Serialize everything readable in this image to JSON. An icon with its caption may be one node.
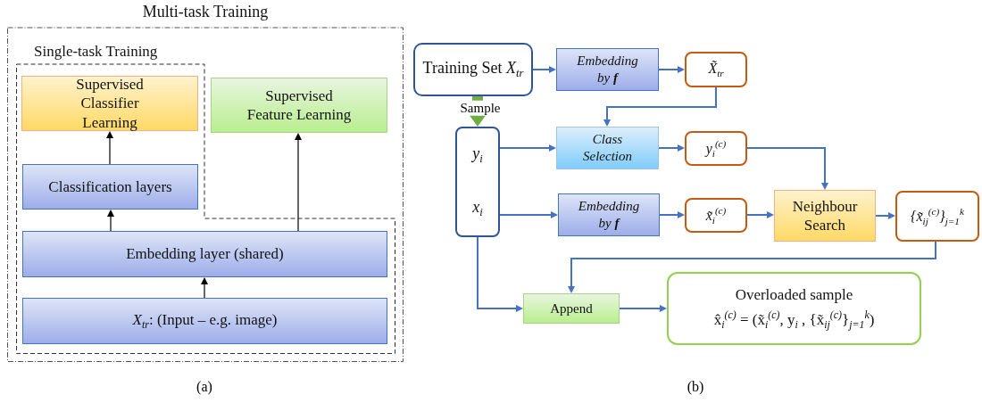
{
  "diagram": {
    "nodes": [
      {
        "text": [
          "Multi-task Training"
        ]
      },
      {
        "text": [
          "Single-task Training"
        ],
        "in": 0
      },
      {
        "text": [
          "Supervised Classifier Learning"
        ],
        "in": 1
      },
      {
        "text": [
          "Supervised Feature Learning"
        ],
        "in": 0
      },
      {
        "text": [
          "Classification layers"
        ],
        "in": 1
      },
      {
        "text": [
          "Embedding layer (shared)"
        ],
        "in": 1
      },
      {
        "text": [
          "*X*$_{tr}$: (Input – e.g. image)"
        ],
        "in": 1
      },
      {
        "text": [
          "Training Set *X*$_{tr}$"
        ]
      },
      {
        "text": [
          "Embedding by **f**"
        ]
      },
      {
        "text": [
          "X̃$_{tr}$"
        ]
      },
      {
        "text": [
          "y$_{i}$",
          "x$_{i}$"
        ]
      },
      {
        "text": [
          "Class Selection"
        ]
      },
      {
        "text": [
          "y$_{i}$$^{(c)}$"
        ]
      },
      {
        "text": [
          "Embedding by **f**"
        ]
      },
      {
        "text": [
          "x̃$_{i}$$^{(c)}$"
        ]
      },
      {
        "text": [
          "Neighbour Search"
        ]
      },
      {
        "text": [
          "{x̃$_{ij}$$^{(c)}$}$_{j=1}$$^{k}$"
        ]
      },
      {
        "text": [
          "Append"
        ]
      },
      {
        "text": [
          "Overloaded sample",
          "x̂$_{i}$$^{(c)}$ = (x̃$_{i}$$^{(c)}$, y$_{i}$ , {x̃$_{ij}$$^{(c)}$}$_{j=1}$$^{k}$)"
        ]
      }
    ],
    "edges": [
      {
        "from": 4,
        "to": 2,
        "arrow": "to",
        "color": "#000000"
      },
      {
        "from": 5,
        "to": 4,
        "arrow": "to",
        "color": "#000000"
      },
      {
        "from": 5,
        "to": 3,
        "arrow": "to",
        "color": "#000000"
      },
      {
        "from": 6,
        "to": 5,
        "arrow": "to",
        "color": "#000000"
      },
      {
        "from": 7,
        "to": 10,
        "arrow": "to",
        "label": "Sample",
        "style": "thick",
        "color": "#70ad47"
      },
      {
        "from": 7,
        "to": 8,
        "arrow": "to"
      },
      {
        "from": 8,
        "to": 9,
        "arrow": "to"
      },
      {
        "from": 9,
        "to": 11,
        "arrow": "to"
      },
      {
        "from": 10,
        "to": 11,
        "arrow": "to"
      },
      {
        "from": 11,
        "to": 12,
        "arrow": "to"
      },
      {
        "from": 12,
        "to": 15,
        "arrow": "to"
      },
      {
        "from": 10,
        "to": 13,
        "arrow": "to"
      },
      {
        "from": 13,
        "to": 14,
        "arrow": "to"
      },
      {
        "from": 14,
        "to": 15,
        "arrow": "to"
      },
      {
        "from": 15,
        "to": 16,
        "arrow": "to"
      },
      {
        "from": 16,
        "to": 17,
        "arrow": "to"
      },
      {
        "from": 10,
        "to": 17,
        "arrow": "to"
      },
      {
        "from": 17,
        "to": 18,
        "arrow": "to"
      }
    ],
    "labels": [
      "(a)",
      "(b)"
    ]
  }
}
